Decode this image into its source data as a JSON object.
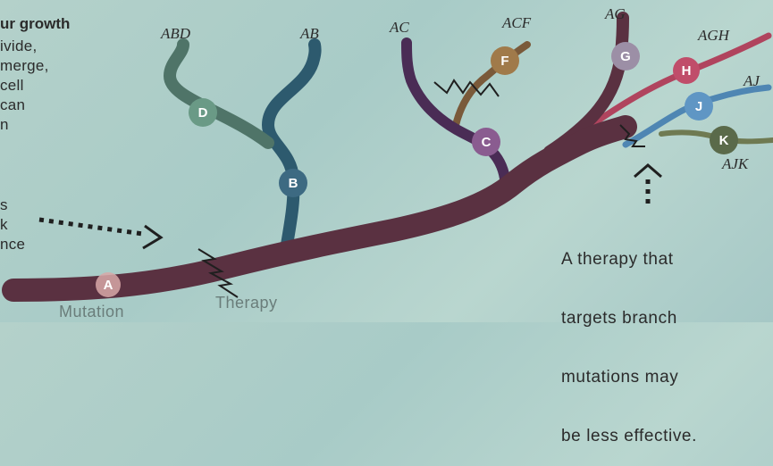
{
  "left_text": {
    "title_fragment": "ur growth",
    "lines_top": [
      "ivide,",
      "merge,",
      "cell",
      "can",
      "n"
    ],
    "lines_bottom": [
      "s",
      "k",
      "nce"
    ]
  },
  "nodes": {
    "A": "A",
    "B": "B",
    "C": "C",
    "D": "D",
    "F": "F",
    "G": "G",
    "H": "H",
    "J": "J",
    "K": "K"
  },
  "tips": {
    "ABD": "ABD",
    "AB": "AB",
    "AC": "AC",
    "ACF": "ACF",
    "AG": "AG",
    "AGH": "AGH",
    "AJ": "AJ",
    "AJK": "AJK"
  },
  "labels": {
    "mutation": "Mutation",
    "therapy": "Therapy"
  },
  "note_lines": [
    "A therapy that",
    "targets branch",
    "mutations may",
    "be less effective."
  ],
  "colors": {
    "trunk": "#5a3141",
    "purple_branch": "#4a2c55",
    "blue_branch": "#2d5a6e",
    "green_branch": "#4f7468",
    "brown_branch": "#7a5a3a",
    "pink_branch": "#b0445e",
    "light_blue_branch": "#4f86b3"
  }
}
